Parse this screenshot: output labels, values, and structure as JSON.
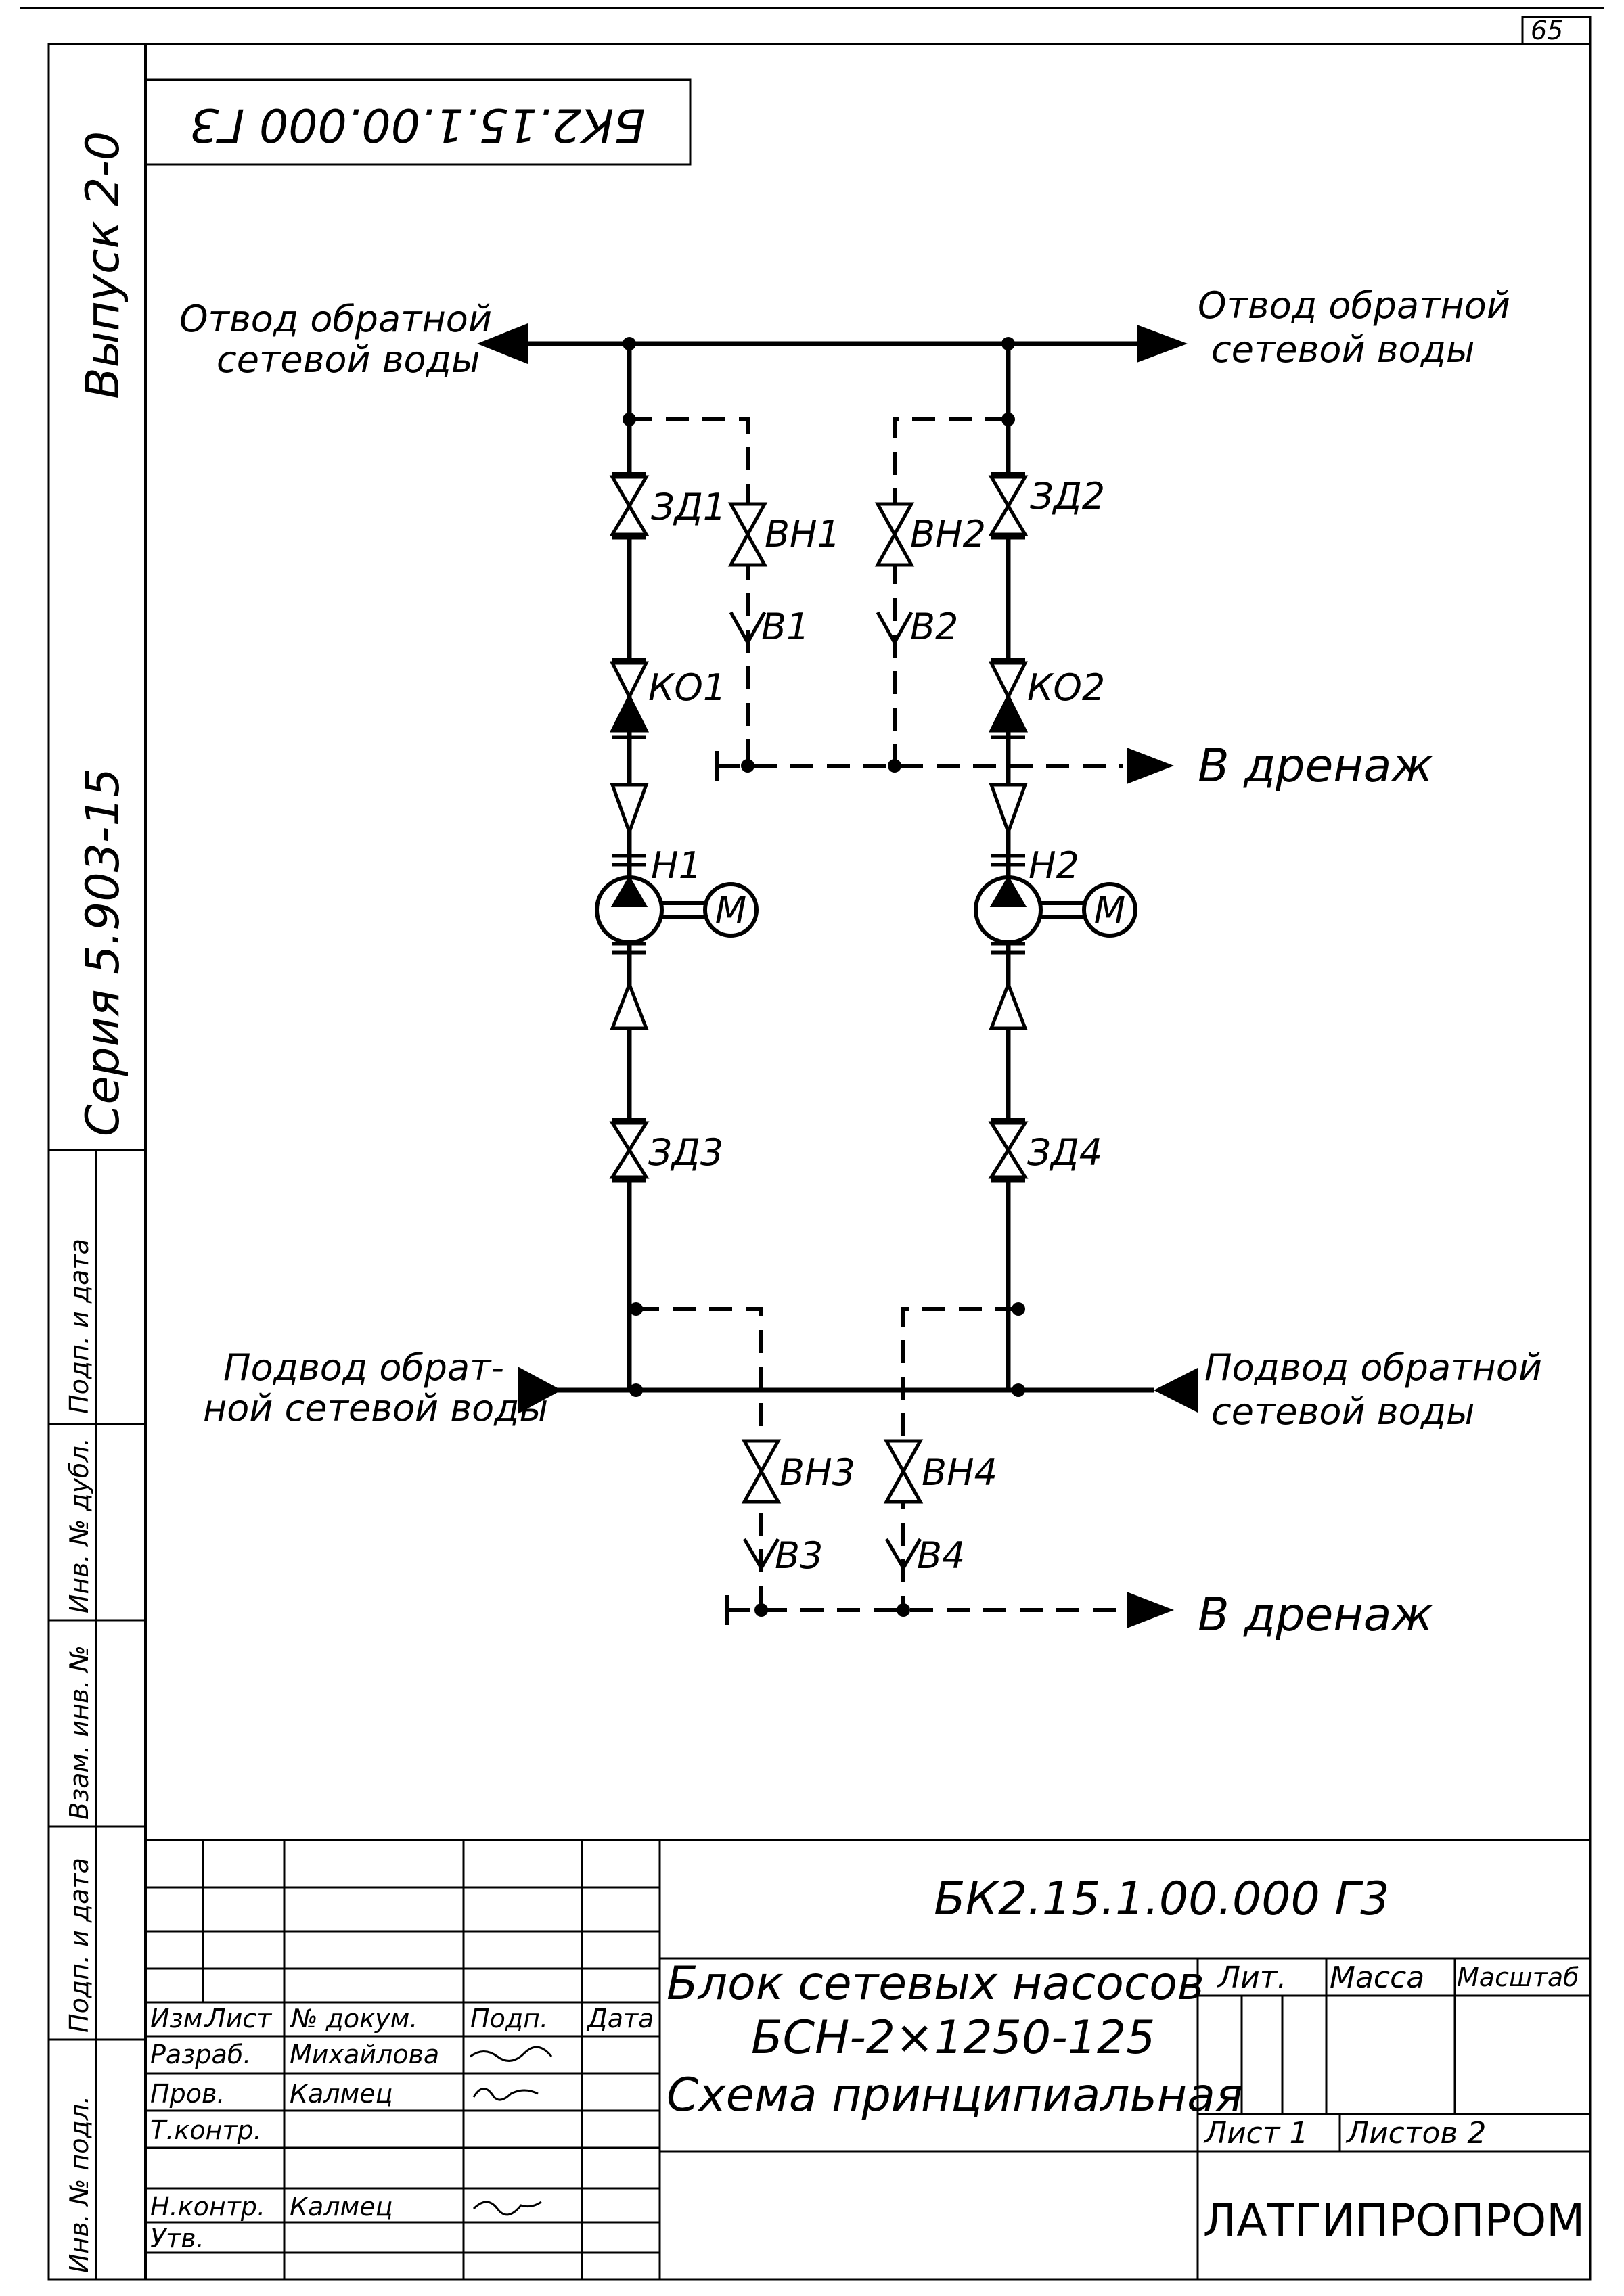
{
  "sheet_number": "65",
  "doc_code_rotated": "БК2.15.1.00.000 Г3",
  "margin": {
    "issue": "Выпуск 2-0",
    "series": "Серия 5.903-15",
    "stamp_rows": [
      "Подп. и дата",
      "Инв. № дубл.",
      "Взам. инв. №",
      "Подп. и дата",
      "Инв. № подл."
    ]
  },
  "flow": {
    "outlet_left": [
      "Отвод обратной",
      "сетевой воды"
    ],
    "outlet_right": [
      "Отвод обратной",
      "сетевой воды"
    ],
    "inlet_left": [
      "Подвод обрат-",
      "ной сетевой воды"
    ],
    "inlet_right": [
      "Подвод обратной",
      "сетевой воды"
    ],
    "drain_upper": "В дренаж",
    "drain_lower": "В дренаж"
  },
  "tags": {
    "zd1": "ЗД1",
    "zd2": "ЗД2",
    "zd3": "ЗД3",
    "zd4": "ЗД4",
    "vn1": "ВН1",
    "vn2": "ВН2",
    "vn3": "ВН3",
    "vn4": "ВН4",
    "v1": "В1",
    "v2": "В2",
    "v3": "В3",
    "v4": "В4",
    "ko1": "КО1",
    "ko2": "КО2",
    "h1": "Н1",
    "h2": "Н2",
    "motor": "М"
  },
  "title_block": {
    "doc_code": "БК2.15.1.00.000 Г3",
    "title_line1": "Блок сетевых насосов",
    "title_line2": "БСН-2×1250-125",
    "title_line3": "Схема принципиальная",
    "col_headers": [
      "Изм.",
      "Лист",
      "№ докум.",
      "Подп.",
      "Дата"
    ],
    "col_lit": "Лит.",
    "col_mass": "Масса",
    "col_scale": "Масштаб",
    "sheet_label": "Лист 1",
    "sheets_label": "Листов 2",
    "org": "ЛАТГИПРОПРОМ",
    "roles": [
      {
        "role": "Разраб.",
        "name": "Михайлова"
      },
      {
        "role": "Пров.",
        "name": "Калмец"
      },
      {
        "role": "Т.контр.",
        "name": ""
      },
      {
        "role": "Н.контр.",
        "name": "Калмец"
      },
      {
        "role": "Утв.",
        "name": ""
      }
    ]
  }
}
